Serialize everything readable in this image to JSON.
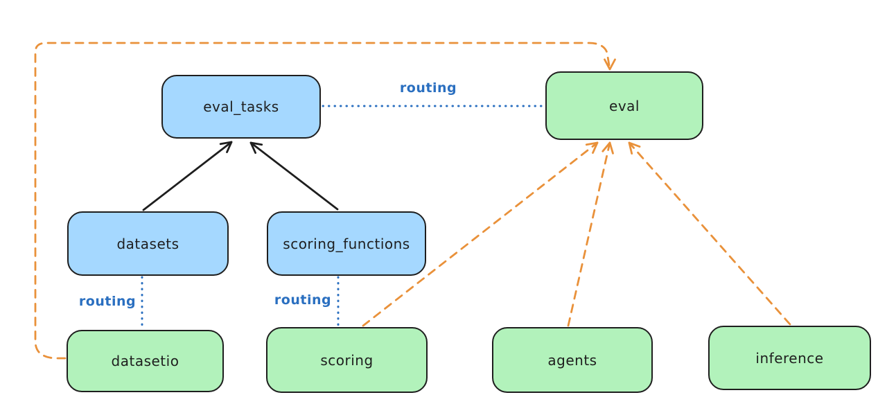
{
  "diagram": {
    "nodes": [
      {
        "id": "eval_tasks",
        "label": "eval_tasks",
        "fill": "blue"
      },
      {
        "id": "eval",
        "label": "eval",
        "fill": "green"
      },
      {
        "id": "datasets",
        "label": "datasets",
        "fill": "blue"
      },
      {
        "id": "scoring_functions",
        "label": "scoring_functions",
        "fill": "blue"
      },
      {
        "id": "datasetio",
        "label": "datasetio",
        "fill": "green"
      },
      {
        "id": "scoring",
        "label": "scoring",
        "fill": "green"
      },
      {
        "id": "agents",
        "label": "agents",
        "fill": "green"
      },
      {
        "id": "inference",
        "label": "inference",
        "fill": "green"
      }
    ],
    "edges": [
      {
        "from": "datasets",
        "to": "eval_tasks",
        "style": "solid-arrow",
        "color": "black"
      },
      {
        "from": "scoring_functions",
        "to": "eval_tasks",
        "style": "solid-arrow",
        "color": "black"
      },
      {
        "from": "eval_tasks",
        "to": "eval",
        "style": "dotted",
        "color": "blue",
        "label": "routing"
      },
      {
        "from": "datasets",
        "to": "datasetio",
        "style": "dotted",
        "color": "blue",
        "label": "routing"
      },
      {
        "from": "scoring_functions",
        "to": "scoring",
        "style": "dotted",
        "color": "blue",
        "label": "routing"
      },
      {
        "from": "datasetio",
        "to": "eval",
        "style": "dashed-arrow",
        "color": "orange"
      },
      {
        "from": "scoring",
        "to": "eval",
        "style": "dashed-arrow",
        "color": "orange"
      },
      {
        "from": "agents",
        "to": "eval",
        "style": "dashed-arrow",
        "color": "orange"
      },
      {
        "from": "inference",
        "to": "eval",
        "style": "dashed-arrow",
        "color": "orange"
      }
    ],
    "colors": {
      "background": "#ffffff",
      "node_stroke": "#1e1e1e",
      "blue_fill": "#a5d8ff",
      "green_fill": "#b2f2bb",
      "black_connector": "#1e1e1e",
      "blue_connector": "#2a6fc0",
      "orange_connector": "#e9913a",
      "routing_label": "#2a6fc0"
    }
  }
}
